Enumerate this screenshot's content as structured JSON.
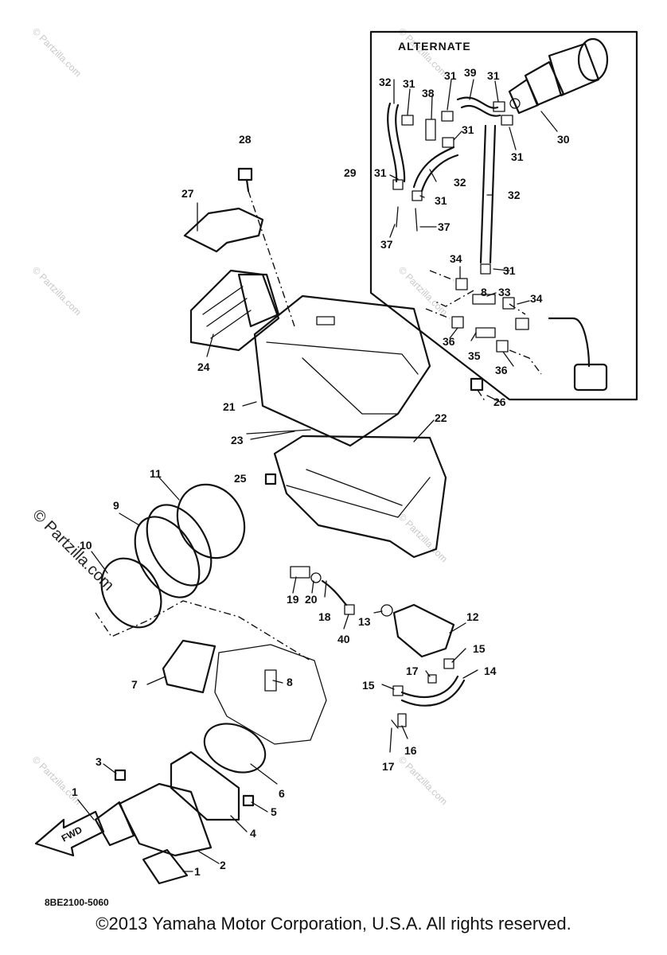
{
  "diagram": {
    "alternate_label": "ALTERNATE",
    "code": "8BE2100-5060",
    "fwd_label": "FWD",
    "watermark": "© Partzilla.com",
    "copyright": "©2013  Yamaha Motor Corporation, U.S.A. All rights reserved.",
    "callouts": {
      "c1a": "1",
      "c1b": "1",
      "c2": "2",
      "c3": "3",
      "c4": "4",
      "c5": "5",
      "c6": "6",
      "c7": "7",
      "c8": "8",
      "c9": "9",
      "c10": "10",
      "c11": "11",
      "c12": "12",
      "c13": "13",
      "c14": "14",
      "c15a": "15",
      "c15b": "15",
      "c16": "16",
      "c17a": "17",
      "c17b": "17",
      "c18": "18",
      "c19": "19",
      "c20": "20",
      "c21": "21",
      "c22": "22",
      "c23": "23",
      "c24": "24",
      "c25": "25",
      "c26": "26",
      "c27": "27",
      "c28": "28",
      "c29": "29",
      "c30": "30",
      "c31a": "31",
      "c31b": "31",
      "c31c": "31",
      "c31d": "31",
      "c31e": "31",
      "c31f": "31",
      "c31g": "31",
      "c31h": "31",
      "c32a": "32",
      "c32b": "32",
      "c32c": "32",
      "c33": "33",
      "c34a": "34",
      "c34b": "34",
      "c35": "35",
      "c36a": "36",
      "c36b": "36",
      "c37a": "37",
      "c37b": "37",
      "c38": "38",
      "c39": "39",
      "c40": "40",
      "c8b": "8"
    }
  }
}
